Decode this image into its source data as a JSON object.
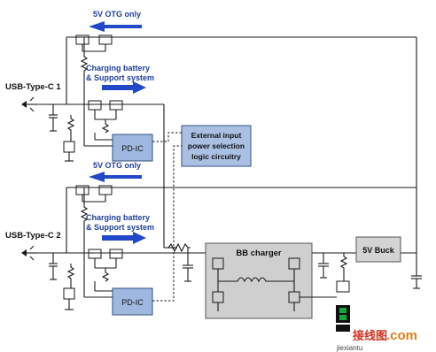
{
  "diagram": {
    "ports": [
      {
        "label": "USB-Type-C 1"
      },
      {
        "label": "USB-Type-C 2"
      }
    ],
    "arrow_labels": {
      "otg_1": "5V OTG only",
      "charging_1_line1": "Charging battery",
      "charging_1_line2": "& Support system",
      "otg_2": "5V OTG only",
      "charging_2_line1": "Charging battery",
      "charging_2_line2": "& Support system"
    },
    "blocks": {
      "pd_ic_1": "PD-IC",
      "pd_ic_2": "PD-IC",
      "logic_line1": "External input",
      "logic_line2": "power selection",
      "logic_line3": "logic circuitry",
      "bb_charger": "BB charger",
      "buck": "5V Buck"
    },
    "watermark": {
      "text": "接线图",
      "dotcom": ".com",
      "url": "jiexiantu"
    },
    "colors": {
      "arrow": "#2048c8",
      "label_blue": "#1f3f99",
      "pd_ic_fill": "#9fb8e0",
      "logic_fill": "#a9c0e3",
      "charger_fill": "#cfcfcf",
      "led_green": "#18a83a",
      "watermark_orange": "#e07b1a"
    }
  }
}
